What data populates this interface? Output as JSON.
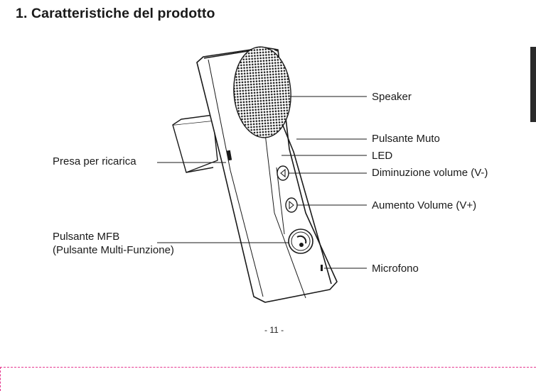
{
  "heading": "1. Caratteristiche del prodotto",
  "labels": {
    "speaker": "Speaker",
    "mute_button": "Pulsante Muto",
    "led": "LED",
    "volume_down": "Diminuzione volume (V-)",
    "volume_up": "Aumento Volume (V+)",
    "microphone": "Microfono",
    "charging_port": "Presa per ricarica",
    "mfb_button_line1": "Pulsante MFB",
    "mfb_button_line2": "(Pulsante Multi-Funzione)"
  },
  "page_number": "- 11 -",
  "colors": {
    "text": "#1a1a1a",
    "cut_line": "#e6378f",
    "tab_mark": "#2b2b2b"
  }
}
